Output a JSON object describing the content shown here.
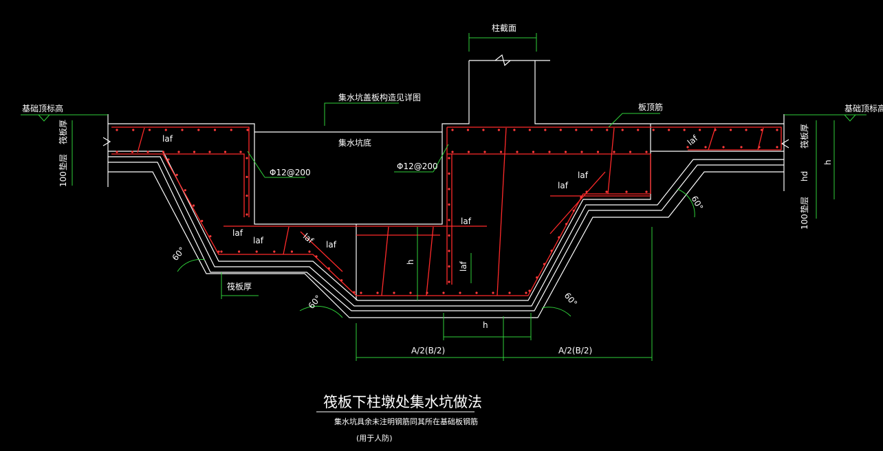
{
  "colors": {
    "background": "#000000",
    "concrete": "#ffffff",
    "rebar": "#ff2a2a",
    "dimension": "#2fd13a"
  },
  "labels": {
    "column_section": "柱截面",
    "pit_cover_note": "集水坑盖板构造见详图",
    "pit_bottom": "集水坑底",
    "slab_top_rebar": "板顶筋",
    "foundation_top_elev_left": "基础顶标高",
    "foundation_top_elev_right": "基础顶标高",
    "rebar_left": "Φ12@200",
    "rebar_right": "Φ12@200",
    "raft_thickness_label": "筏板厚",
    "raft_thick_vert_left": "筏板厚",
    "raft_thick_vert_right": "筏板厚",
    "cushion_left": "垫层",
    "cushion_right": "垫层",
    "dim_100_left": "100",
    "dim_100_right": "100",
    "hd": "hd",
    "h_right": "h",
    "h_pit": "h",
    "h_bottom": "h",
    "laf": "laf",
    "angle": "60°",
    "half_width_left": "A/2(B/2)",
    "half_width_right": "A/2(B/2)"
  },
  "title": {
    "main": "筏板下柱墩处集水坑做法",
    "note": "集水坑具余未注明钢筋同其所在基础板钢筋",
    "usage": "(用于人防)"
  }
}
